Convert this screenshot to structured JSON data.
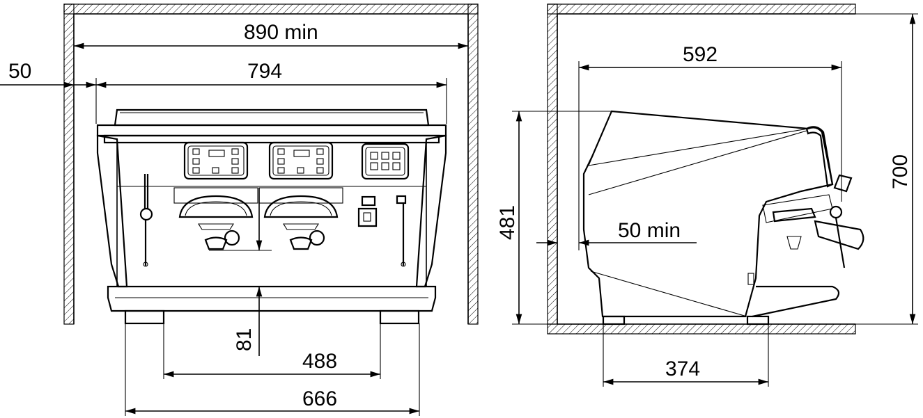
{
  "front_view": {
    "dim_clearance_width": "890 min",
    "dim_side_gap": "50",
    "dim_machine_width": "794",
    "dim_feet_inner": "488",
    "dim_feet_outer": "666",
    "dim_cup_height": "81"
  },
  "side_view": {
    "dim_depth": "592",
    "dim_height": "481",
    "dim_back_clearance": "50 min",
    "dim_total_height": "700",
    "dim_feet_depth": "374"
  }
}
